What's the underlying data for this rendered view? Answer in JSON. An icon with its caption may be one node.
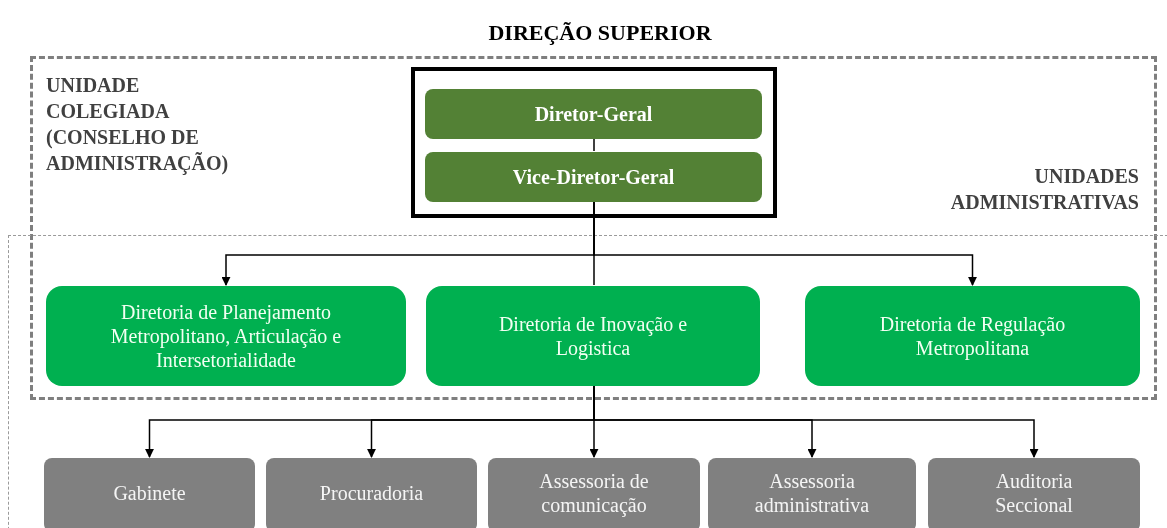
{
  "diagram": {
    "title": "DIREÇÃO SUPERIOR",
    "nodes": [
      {
        "text": [
          "UNIDADE COLEGIADA (CONSELHO DE ADMINISTRAÇÃO)"
        ]
      },
      {
        "text": [],
        "shape": "box"
      },
      {
        "text": [],
        "shape": "box",
        "in": 0
      },
      {
        "text": [
          "Diretor-Geral"
        ],
        "in": 2
      },
      {
        "text": [
          "Vice-Diretor-Geral"
        ],
        "in": 2
      },
      {
        "text": [
          "Diretoria de Planejamento Metropolitano, Articulação e Intersetorialidade"
        ]
      },
      {
        "text": [
          "Diretoria de Inovação e Logistica"
        ]
      },
      {
        "text": [
          "Diretoria de Regulação Metropolitana"
        ]
      },
      {
        "text": [
          "Gabinete"
        ],
        "in": 1
      },
      {
        "text": [
          "Procuradoria"
        ],
        "in": 1
      },
      {
        "text": [
          "Assessoria de comunicação"
        ],
        "in": 1
      },
      {
        "text": [
          "Assessoria administrativa"
        ],
        "in": 1
      },
      {
        "text": [
          "Auditoria Seccional"
        ],
        "in": 1
      }
    ],
    "edges": [
      {
        "from": 3,
        "to": 4,
        "arrow": "none"
      },
      {
        "from": 4,
        "to": 5,
        "arrow": "to"
      },
      {
        "from": 4,
        "to": 6,
        "arrow": "none"
      },
      {
        "from": 4,
        "to": 7,
        "arrow": "to"
      },
      {
        "from": 6,
        "to": 8,
        "arrow": "to"
      },
      {
        "from": 6,
        "to": 9,
        "arrow": "to"
      },
      {
        "from": 6,
        "to": 10,
        "arrow": "to"
      },
      {
        "from": 6,
        "to": 11,
        "arrow": "to"
      },
      {
        "from": 6,
        "to": 12,
        "arrow": "to"
      }
    ],
    "labels": [
      "UNIDADES ADMINISTRATIVAS"
    ]
  }
}
